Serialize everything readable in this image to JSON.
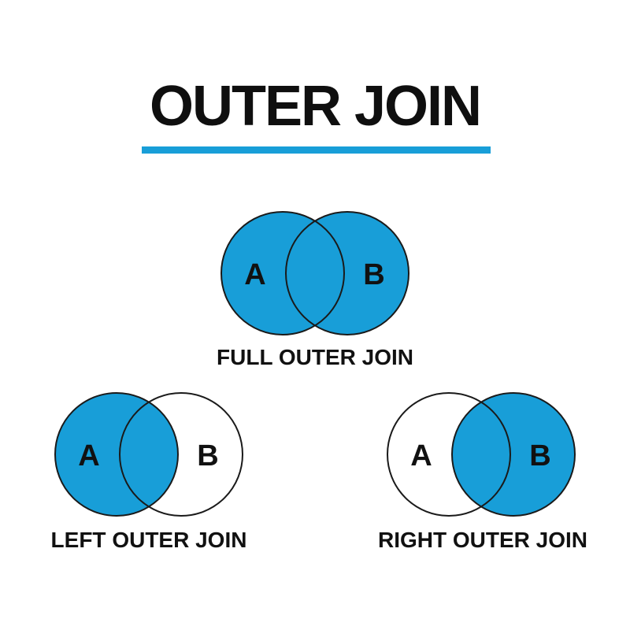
{
  "title": "OUTER JOIN",
  "colors": {
    "accent_blue": "#189ED8",
    "text_black": "#111111",
    "circle_stroke": "#1a1a1a",
    "circle_white": "#ffffff"
  },
  "diagrams": [
    {
      "name": "full-outer-join",
      "caption": "FULL OUTER JOIN",
      "left_label": "A",
      "right_label": "B",
      "left_fill": "#189ED8",
      "right_fill": "#189ED8"
    },
    {
      "name": "left-outer-join",
      "caption": "LEFT OUTER JOIN",
      "left_label": "A",
      "right_label": "B",
      "left_fill": "#189ED8",
      "right_fill": "#ffffff"
    },
    {
      "name": "right-outer-join",
      "caption": "RIGHT OUTER JOIN",
      "left_label": "A",
      "right_label": "B",
      "left_fill": "#ffffff",
      "right_fill": "#189ED8"
    }
  ]
}
